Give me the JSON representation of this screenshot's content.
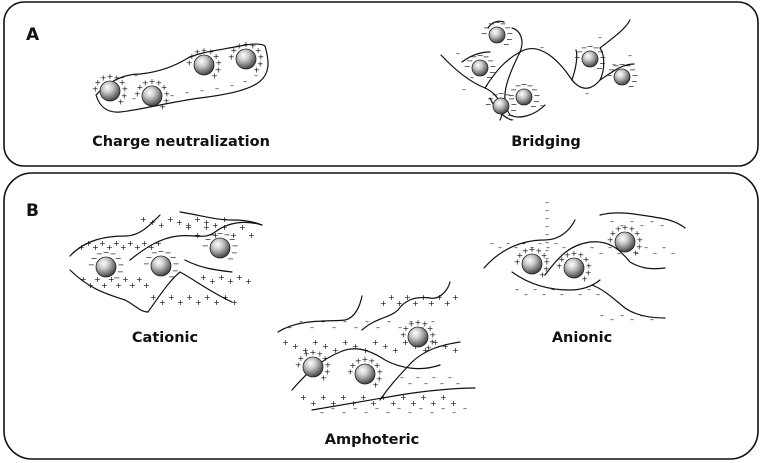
{
  "panels": [
    {
      "letter": "A",
      "captions": {
        "charge": "Charge neutralization",
        "bridging": "Bridging"
      }
    },
    {
      "letter": "B",
      "captions": {
        "cationic": "Cationic",
        "amphoteric": "Amphoteric",
        "anionic": "Anionic"
      }
    }
  ],
  "symbols": {
    "plus": "+",
    "minus": "−",
    "dash": "–"
  }
}
